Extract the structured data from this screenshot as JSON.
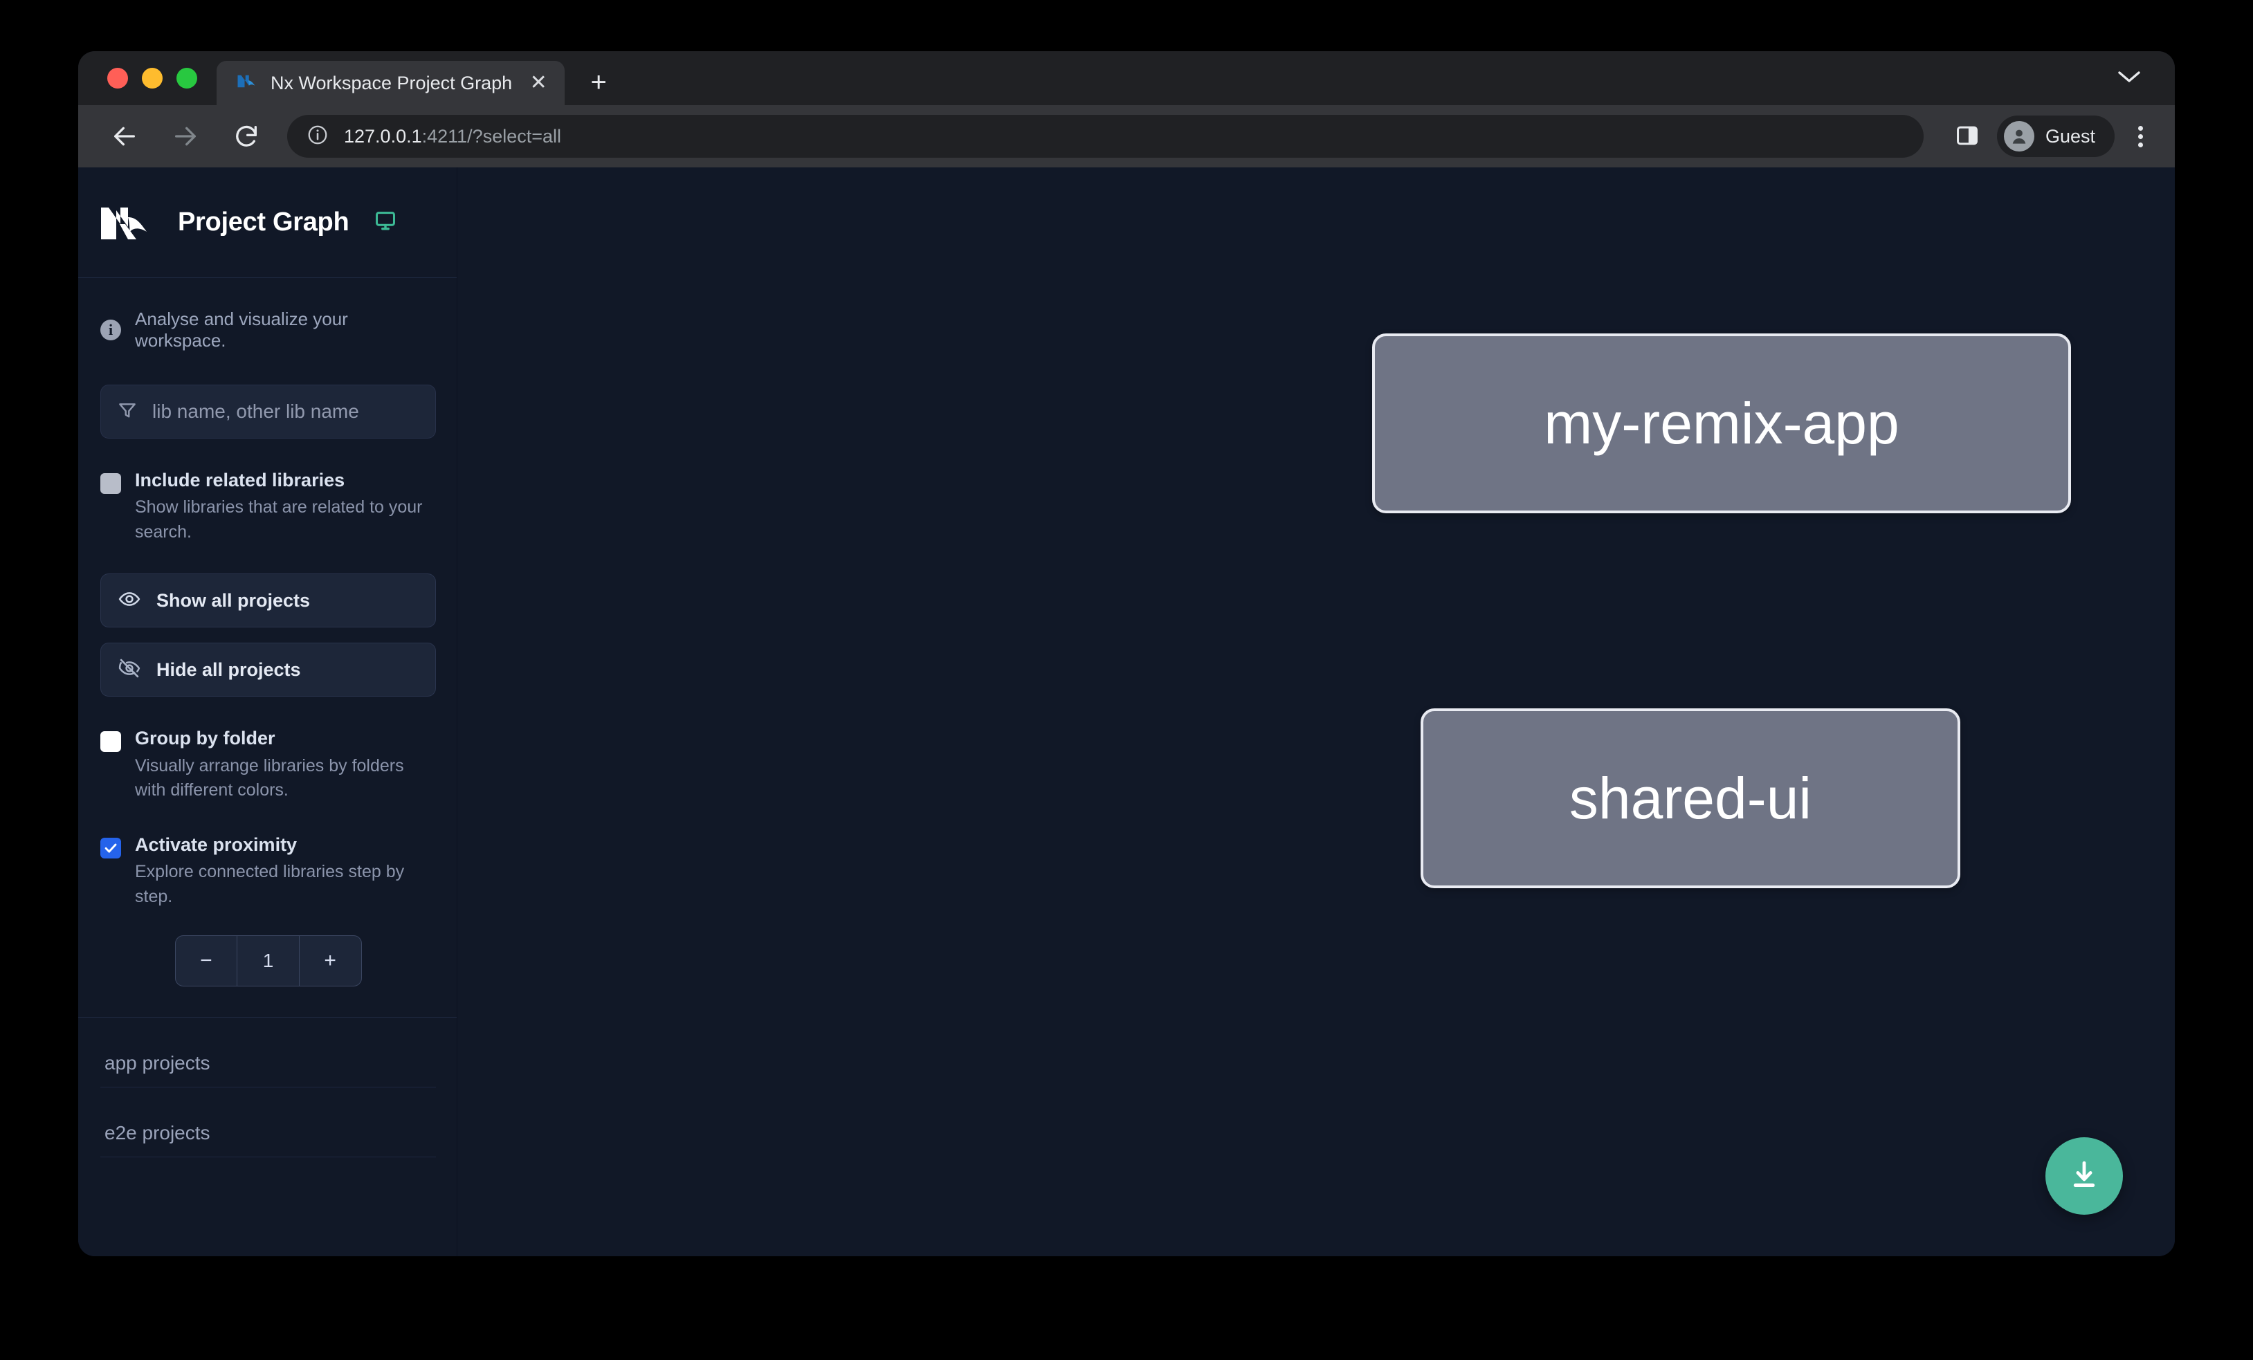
{
  "browser": {
    "tab": {
      "title": "Nx Workspace Project Graph",
      "favicon": "nx-favicon-icon",
      "close_label": "✕"
    },
    "new_tab_label": "+",
    "tab_list_chevron": "⌄",
    "toolbar": {
      "back_label": "←",
      "forward_label": "→",
      "reload_label": "↻",
      "site_info_icon": "info-circle-icon",
      "url_host": "127.0.0.1",
      "url_rest": ":4211/?select=all",
      "side_panel_icon": "side-panel-icon",
      "profile_name": "Guest",
      "menu_icon": "kebab-menu-icon"
    }
  },
  "sidebar": {
    "app_title": "Project Graph",
    "logo_name": "nx-logo",
    "display_icon": "monitor-icon",
    "hint": "Analyse and visualize your workspace.",
    "search": {
      "placeholder": "lib name, other lib name",
      "value": "",
      "icon": "filter-funnel-icon"
    },
    "options": [
      {
        "label": "Include related libraries",
        "description": "Show libraries that are related to your search.",
        "state": "gray"
      },
      {
        "label": "Group by folder",
        "description": "Visually arrange libraries by folders with different colors.",
        "state": "white"
      },
      {
        "label": "Activate proximity",
        "description": "Explore connected libraries step by step.",
        "state": "blue"
      }
    ],
    "buttons": [
      {
        "label": "Show all projects",
        "icon": "eye-icon"
      },
      {
        "label": "Hide all projects",
        "icon": "eye-off-icon"
      }
    ],
    "stepper": {
      "decrement_label": "−",
      "value": "1",
      "increment_label": "+"
    },
    "project_groups": [
      {
        "label": "app projects"
      },
      {
        "label": "e2e projects"
      }
    ]
  },
  "graph": {
    "nodes": [
      {
        "id": "my-remix-app",
        "label": "my-remix-app"
      },
      {
        "id": "shared-ui",
        "label": "shared-ui"
      }
    ],
    "edges": [
      {
        "from": "my-remix-app",
        "to": "shared-ui"
      }
    ],
    "download_button": {
      "icon": "download-icon",
      "color": "#4ab79b"
    }
  },
  "colors": {
    "accent_green": "#4ab79b",
    "checkbox_blue": "#2563eb",
    "sidebar_bg": "#111827",
    "node_fill": "#6f7485",
    "node_border": "#e9ebf2"
  }
}
